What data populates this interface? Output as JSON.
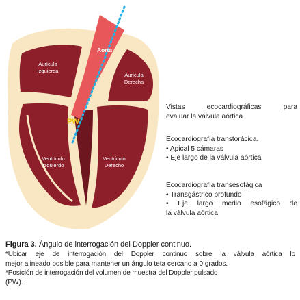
{
  "diagram": {
    "labels": {
      "auricula_izquierda": [
        "Aurícula",
        "Izquierda"
      ],
      "auricula_derecha": [
        "Aurícula",
        "Derecha"
      ],
      "aorta": "Aorta",
      "pw": "PW",
      "ventriculo_izquierdo": [
        "Ventrículo",
        "Izquierdo"
      ],
      "ventriculo_derecho": [
        "Ventrículo",
        "Derecho"
      ]
    },
    "colors": {
      "heart_outer": "#f9e7c3",
      "chamber": "#8c1f2a",
      "chamber_dark": "#6e1620",
      "aorta": "#e8585a",
      "pw_label": "#f3c21a",
      "doppler_line": "#29aee6",
      "label_text": "#ffffff"
    }
  },
  "info": {
    "vistas": [
      "Vistas ecocardiográficas para",
      "evaluar la válvula aórtica"
    ],
    "transtoracica": {
      "heading": "Ecocardiografía transtorácica.",
      "items": [
        "• Apical 5 cámaras",
        "• Eje largo de la válvula aórtica"
      ]
    },
    "transesofagica": {
      "heading": "Ecocardiografía transesofágica",
      "items": [
        "• Transgástrico profundo",
        "• Eje largo medio esofágico de",
        "la válvula aórtica"
      ]
    }
  },
  "caption": {
    "figure_label": "Figura 3.",
    "title": " Ángulo de interrogación del Doppler continuo.",
    "note1_lines": [
      "*Ubicar eje de interrogación del Doppler continuo sobre la válvula aórtica lo",
      "mejor alineado posible para mantener un ángulo teta cercano a 0 grados."
    ],
    "note2_lines": [
      " *Posición de interrogación del volumen de muestra del Doppler pulsado",
      "(PW)."
    ]
  }
}
